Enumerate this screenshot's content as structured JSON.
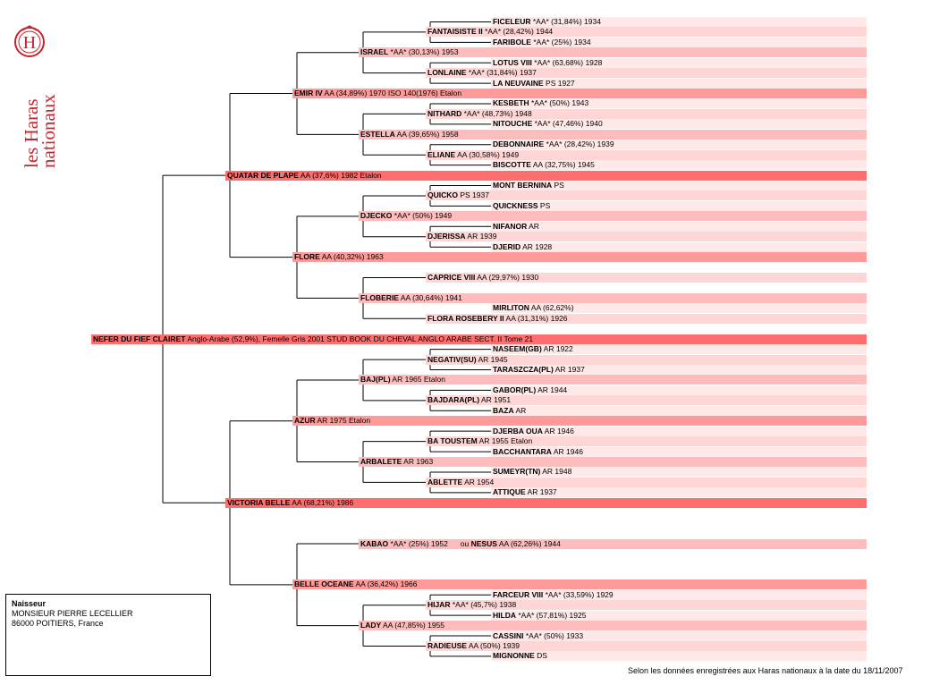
{
  "logo": {
    "letter": "H",
    "line1": "les Haras",
    "line2": "nationaux"
  },
  "colors": {
    "g1": "#ff6e6e",
    "g2": "#ff9a9a",
    "g3": "#ffbcbc",
    "g4": "#ffd6d6",
    "g5": "#ffe8e8",
    "logo": "#c8232c"
  },
  "tree": {
    "name": "NEFER DU FIEF CLAIRET",
    "info": "Anglo-Arabe (52,9%), Femelle Gris 2001 STUD BOOK DU CHEVAL ANGLO ARABE SECT. II Tome 21",
    "sire": {
      "name": "QUATAR DE PLAPE",
      "info": "AA (37,6%) 1982 Etalon",
      "sire": {
        "name": "EMIR IV",
        "info": "AA (34,89%) 1970 ISO 140(1976) Etalon",
        "sire": {
          "name": "ISRAEL",
          "info": "*AA* (30,13%) 1953",
          "sire": {
            "name": "FANTAISISTE II",
            "info": "*AA* (28,42%) 1944",
            "sire": {
              "name": "FICELEUR",
              "info": "*AA* (31,84%) 1934"
            },
            "dam": {
              "name": "FARIBOLE",
              "info": "*AA* (25%) 1934"
            }
          },
          "dam": {
            "name": "LONLAINE",
            "info": "*AA* (31,84%) 1937",
            "sire": {
              "name": "LOTUS VIII",
              "info": "*AA* (63,68%) 1928"
            },
            "dam": {
              "name": "LA NEUVAINE",
              "info": "PS 1927"
            }
          }
        },
        "dam": {
          "name": "ESTELLA",
          "info": "AA (39,65%) 1958",
          "sire": {
            "name": "NITHARD",
            "info": "*AA* (48,73%) 1948",
            "sire": {
              "name": "KESBETH",
              "info": "*AA* (50%) 1943"
            },
            "dam": {
              "name": "NITOUCHE",
              "info": "*AA* (47,46%) 1940"
            }
          },
          "dam": {
            "name": "ELIANE",
            "info": "AA (30,58%) 1949",
            "sire": {
              "name": "DEBONNAIRE",
              "info": "*AA* (28,42%) 1939"
            },
            "dam": {
              "name": "BISCOTTE",
              "info": "AA (32,75%) 1945"
            }
          }
        }
      },
      "dam": {
        "name": "FLORE",
        "info": "AA (40,32%) 1963",
        "sire": {
          "name": "DJECKO",
          "info": "*AA* (50%) 1949",
          "sire": {
            "name": "QUICKO",
            "info": "PS 1937",
            "sire": {
              "name": "MONT BERNINA",
              "info": "PS"
            },
            "dam": {
              "name": "QUICKNESS",
              "info": "PS"
            }
          },
          "dam": {
            "name": "DJERISSA",
            "info": "AR 1939",
            "sire": {
              "name": "NIFANOR",
              "info": "AR"
            },
            "dam": {
              "name": "DJERID",
              "info": "AR 1928"
            }
          }
        },
        "dam": {
          "name": "FLOBERIE",
          "info": "AA (30,64%) 1941",
          "sire": {
            "name": "CAPRICE VIII",
            "info": "AA (29,97%) 1930"
          },
          "dam": {
            "name": "FLORA ROSEBERY II",
            "info": "AA (31,31%) 1926",
            "sire": {
              "name": "MIRLITON",
              "info": "AA (62,62%)"
            },
            "dam": {
              "name": "",
              "info": ""
            }
          }
        }
      }
    },
    "dam": {
      "name": "VICTORIA BELLE",
      "info": "AA (68,21%) 1986",
      "sire": {
        "name": "AZUR",
        "info": "AR 1975 Etalon",
        "sire": {
          "name": "BAJ(PL)",
          "info": "AR 1965 Etalon",
          "sire": {
            "name": "NEGATIV(SU)",
            "info": "AR 1945",
            "sire": {
              "name": "NASEEM(GB)",
              "info": "AR 1922"
            },
            "dam": {
              "name": "TARASZCZA(PL)",
              "info": "AR 1937"
            }
          },
          "dam": {
            "name": "BAJDARA(PL)",
            "info": "AR 1951",
            "sire": {
              "name": "GABOR(PL)",
              "info": "AR 1944"
            },
            "dam": {
              "name": "BAZA",
              "info": "AR"
            }
          }
        },
        "dam": {
          "name": "ARBALETE",
          "info": "AR 1963",
          "sire": {
            "name": "BA TOUSTEM",
            "info": "AR 1955 Etalon",
            "sire": {
              "name": "DJERBA OUA",
              "info": "AR 1946"
            },
            "dam": {
              "name": "BACCHANTARA",
              "info": "AR 1946"
            }
          },
          "dam": {
            "name": "ABLETTE",
            "info": "AR 1954",
            "sire": {
              "name": "SUMEYR(TN)",
              "info": "AR 1948"
            },
            "dam": {
              "name": "ATTIQUE",
              "info": "AR 1937"
            }
          }
        }
      },
      "dam": {
        "name": "BELLE OCEANE",
        "info": "AA (36,42%) 1966",
        "sire": {
          "name": "KABAO",
          "info": "*AA* (25%) 1952",
          "or": "ou",
          "alt_name": "NESUS",
          "alt_info": "AA (62,26%) 1944"
        },
        "dam": {
          "name": "LADY",
          "info": "AA (47,85%) 1955",
          "sire": {
            "name": "HIJAR",
            "info": "*AA* (45,7%) 1938",
            "sire": {
              "name": "FARCEUR VIII",
              "info": "*AA* (33,59%) 1929"
            },
            "dam": {
              "name": "HILDA",
              "info": "*AA* (57,81%) 1925"
            }
          },
          "dam": {
            "name": "RADIEUSE",
            "info": "AA (50%) 1939",
            "sire": {
              "name": "CASSINI",
              "info": "*AA* (50%) 1933"
            },
            "dam": {
              "name": "MIGNONNE",
              "info": "DS"
            }
          }
        }
      }
    }
  },
  "breeder": {
    "title": "Naisseur",
    "name": "MONSIEUR PIERRE LECELLIER",
    "address": "86000 POITIERS, France"
  },
  "footer": "Selon les données enregistrées aux Haras nationaux à la date du 18/11/2007"
}
